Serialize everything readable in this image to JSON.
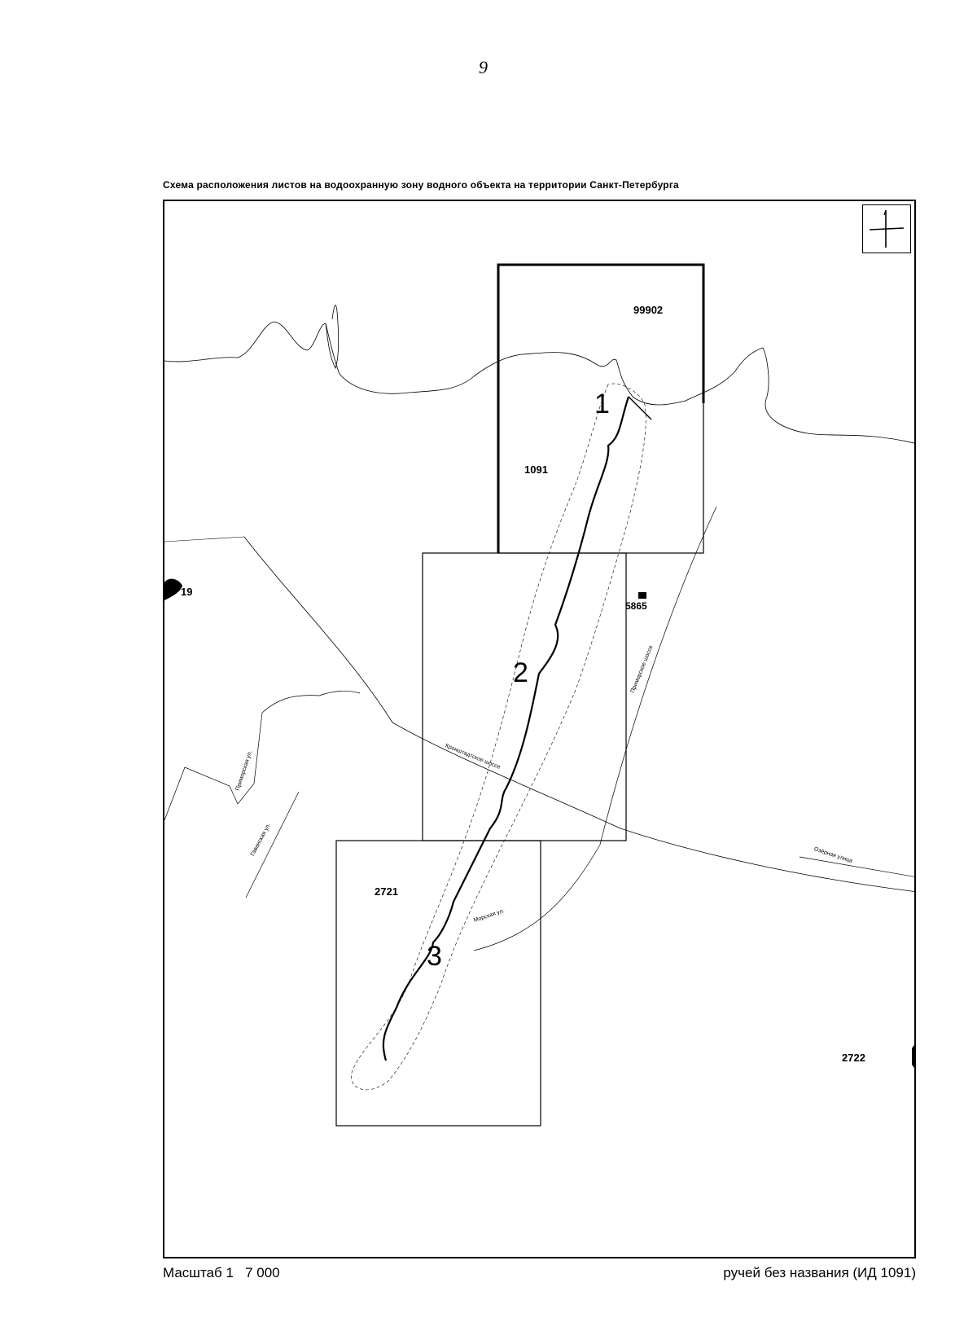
{
  "page": {
    "number": "9"
  },
  "map": {
    "title": "Схема расположения листов на водоохранную зону водного объекта на территории Санкт-Петербурга",
    "scale_text": "Масштаб 1   7 000",
    "object_name": "ручей без названия (ИД 1091)",
    "sheets": [
      {
        "label": "1"
      },
      {
        "label": "2"
      },
      {
        "label": "3"
      }
    ],
    "parcel_ids": {
      "p99902": "99902",
      "p1091": "1091",
      "p19": "19",
      "p5865": "5865",
      "p2721": "2721",
      "p2722": "2722"
    },
    "road_labels": {
      "r1": "Кронштадтское шоссе",
      "r2": "Приморское шоссе",
      "r3": "Приморская ул.",
      "r4": "Гаванская ул.",
      "r5": "Морская ул.",
      "r6": "Озёрная улица"
    },
    "icons": {
      "north_arrow": "north-arrow-icon"
    }
  }
}
